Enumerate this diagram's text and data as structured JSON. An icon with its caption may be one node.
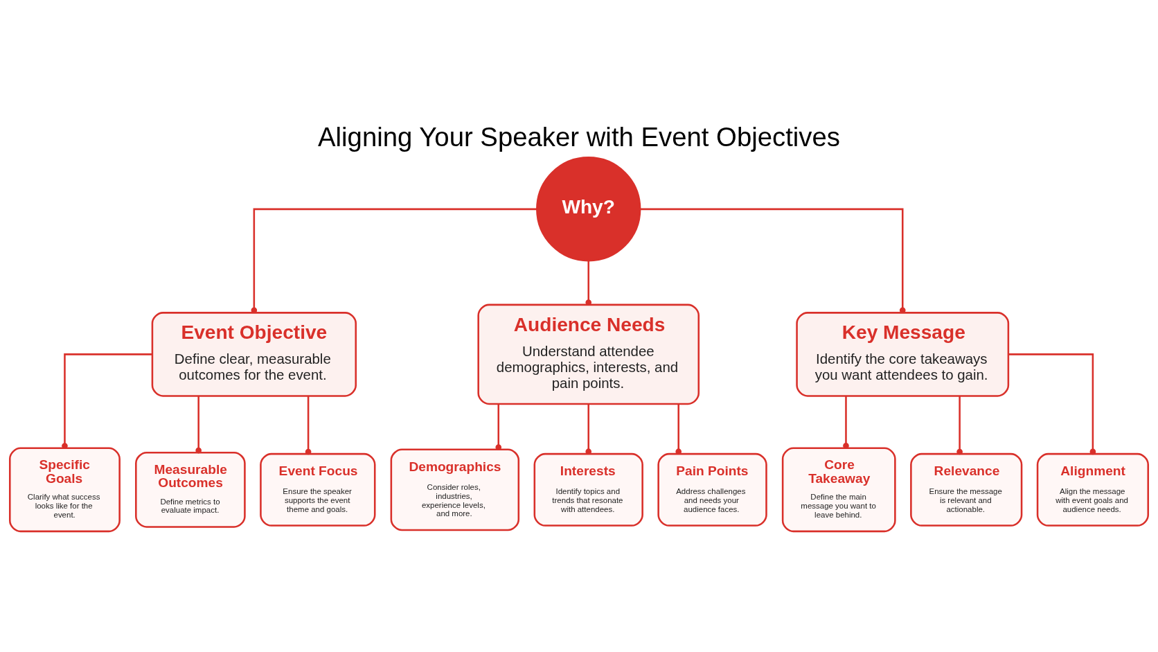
{
  "diagram": {
    "title": "Aligning Your Speaker with Event Objectives",
    "nodes": [
      {
        "text": [
          "Why?"
        ]
      },
      {
        "text": [
          "Event Objective",
          "Define clear, measurable outcomes for the event."
        ]
      },
      {
        "text": [
          "Audience Needs",
          "Understand attendee demographics, interests, and pain points."
        ]
      },
      {
        "text": [
          "Key Message",
          "Identify the core takeaways you want attendees to gain."
        ]
      },
      {
        "text": [
          "Specific Goals",
          "Clarify what success looks like for the event."
        ]
      },
      {
        "text": [
          "Measurable Outcomes",
          "Define metrics to evaluate impact."
        ]
      },
      {
        "text": [
          "Event Focus",
          "Ensure the speaker supports the event theme and goals."
        ]
      },
      {
        "text": [
          "Demographics",
          "Consider roles, industries, experience levels, and more."
        ]
      },
      {
        "text": [
          "Interests",
          "Identify topics and trends that resonate with attendees."
        ]
      },
      {
        "text": [
          "Pain Points",
          "Address challenges and needs your audience faces."
        ]
      },
      {
        "text": [
          "Core Takeaway",
          "Define the main message you want to leave behind."
        ]
      },
      {
        "text": [
          "Relevance",
          "Ensure the message is relevant and actionable."
        ]
      },
      {
        "text": [
          "Alignment",
          "Align the message with event goals and audience needs."
        ]
      }
    ],
    "edges": [
      {
        "from": 0,
        "to": 1,
        "arrow": "other"
      },
      {
        "from": 0,
        "to": 2,
        "arrow": "other"
      },
      {
        "from": 0,
        "to": 3,
        "arrow": "other"
      },
      {
        "from": 1,
        "to": 4,
        "arrow": "other"
      },
      {
        "from": 1,
        "to": 5,
        "arrow": "other"
      },
      {
        "from": 1,
        "to": 6,
        "arrow": "other"
      },
      {
        "from": 2,
        "to": 7,
        "arrow": "other"
      },
      {
        "from": 2,
        "to": 8,
        "arrow": "other"
      },
      {
        "from": 2,
        "to": 9,
        "arrow": "other"
      },
      {
        "from": 3,
        "to": 10,
        "arrow": "other"
      },
      {
        "from": 3,
        "to": 11,
        "arrow": "other"
      },
      {
        "from": 3,
        "to": 12,
        "arrow": "other"
      }
    ]
  }
}
